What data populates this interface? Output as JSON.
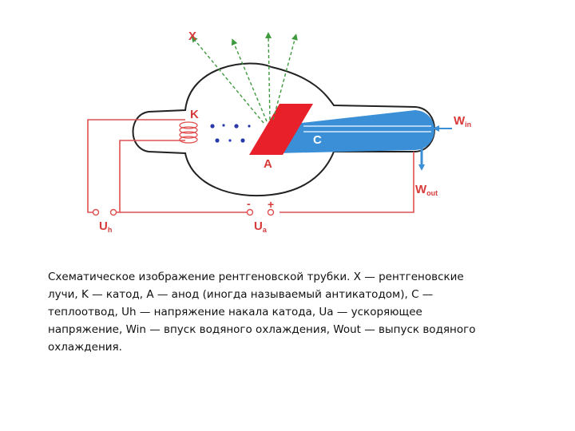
{
  "diagram": {
    "labels": {
      "x_rays": "X",
      "cathode": "K",
      "anode": "A",
      "heatsink": "C",
      "w_in": "W",
      "w_in_sub": "in",
      "w_out": "W",
      "w_out_sub": "out",
      "u_h": "U",
      "u_h_sub": "h",
      "u_a": "U",
      "u_a_sub": "a",
      "minus": "-",
      "plus": "+"
    },
    "colors": {
      "wire": "#e05050",
      "glass": "#222222",
      "anode": "#e8202a",
      "heatsink": "#3a8fd6",
      "rays": "#3f9a3f",
      "electrons": "#2a3aa8",
      "label": "#d83a3a"
    }
  },
  "caption": "Схематическое изображение рентгеновской трубки. X — рентгеновские лучи, K — катод, A — анод (иногда называемый антикатодом), C — теплоотвод, Uh — напряжение накала катода, Ua — ускоряющее напряжение, Win — впуск водяного охлаждения, Wout — выпуск водяного охлаждения."
}
